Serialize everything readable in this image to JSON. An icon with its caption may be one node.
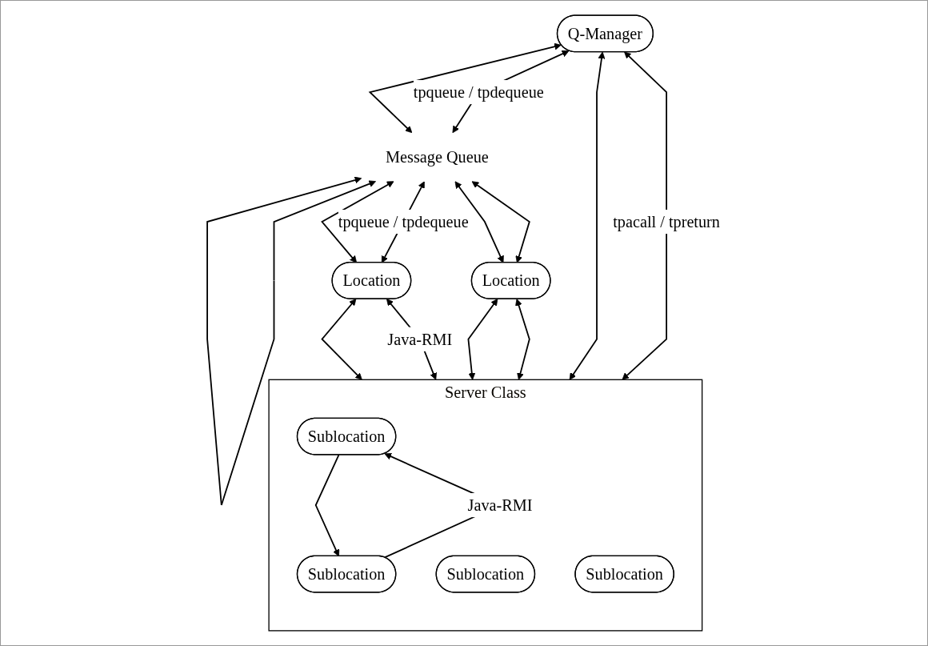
{
  "diagram": {
    "nodes": [
      {
        "text": [
          "Q-Manager"
        ]
      },
      {
        "text": [
          "Server Class"
        ]
      },
      {
        "text": [
          "Sublocation"
        ],
        "in": 1
      },
      {
        "text": [
          "Sublocation"
        ],
        "in": 1
      },
      {
        "text": [
          "Sublocation"
        ],
        "in": 1
      },
      {
        "text": [
          "Sublocation"
        ],
        "in": 1
      },
      {
        "text": [
          "Message Queue"
        ]
      },
      {
        "text": [
          "Location"
        ]
      },
      {
        "text": [
          "Location"
        ]
      }
    ],
    "edges": [
      {
        "from": 0,
        "to": 1,
        "arrow": "both",
        "label": "tpacall / tpreturn"
      },
      {
        "from": 0,
        "to": 1,
        "arrow": "both"
      },
      {
        "from": 0,
        "to": 6,
        "arrow": "both",
        "label": "tpqueue / tpdequeue"
      },
      {
        "from": 0,
        "to": 6,
        "arrow": "both"
      },
      {
        "from": 6,
        "to": 6,
        "arrow": "both"
      },
      {
        "from": 2,
        "to": 4,
        "arrow": "to"
      },
      {
        "from": 4,
        "to": 2,
        "arrow": "to",
        "label": "Java-RMI"
      },
      {
        "from": 6,
        "to": 7,
        "arrow": "both"
      },
      {
        "from": 6,
        "to": 7,
        "arrow": "both"
      },
      {
        "from": 6,
        "to": 8,
        "arrow": "both",
        "label": "tpqueue / tpdequeue"
      },
      {
        "from": 6,
        "to": 8,
        "arrow": "both"
      },
      {
        "from": 7,
        "to": 1,
        "arrow": "both"
      },
      {
        "from": 7,
        "to": 1,
        "arrow": "both"
      },
      {
        "from": 8,
        "to": 1,
        "arrow": "both",
        "label": "Java-RMI"
      },
      {
        "from": 8,
        "to": 1,
        "arrow": "both"
      }
    ]
  }
}
